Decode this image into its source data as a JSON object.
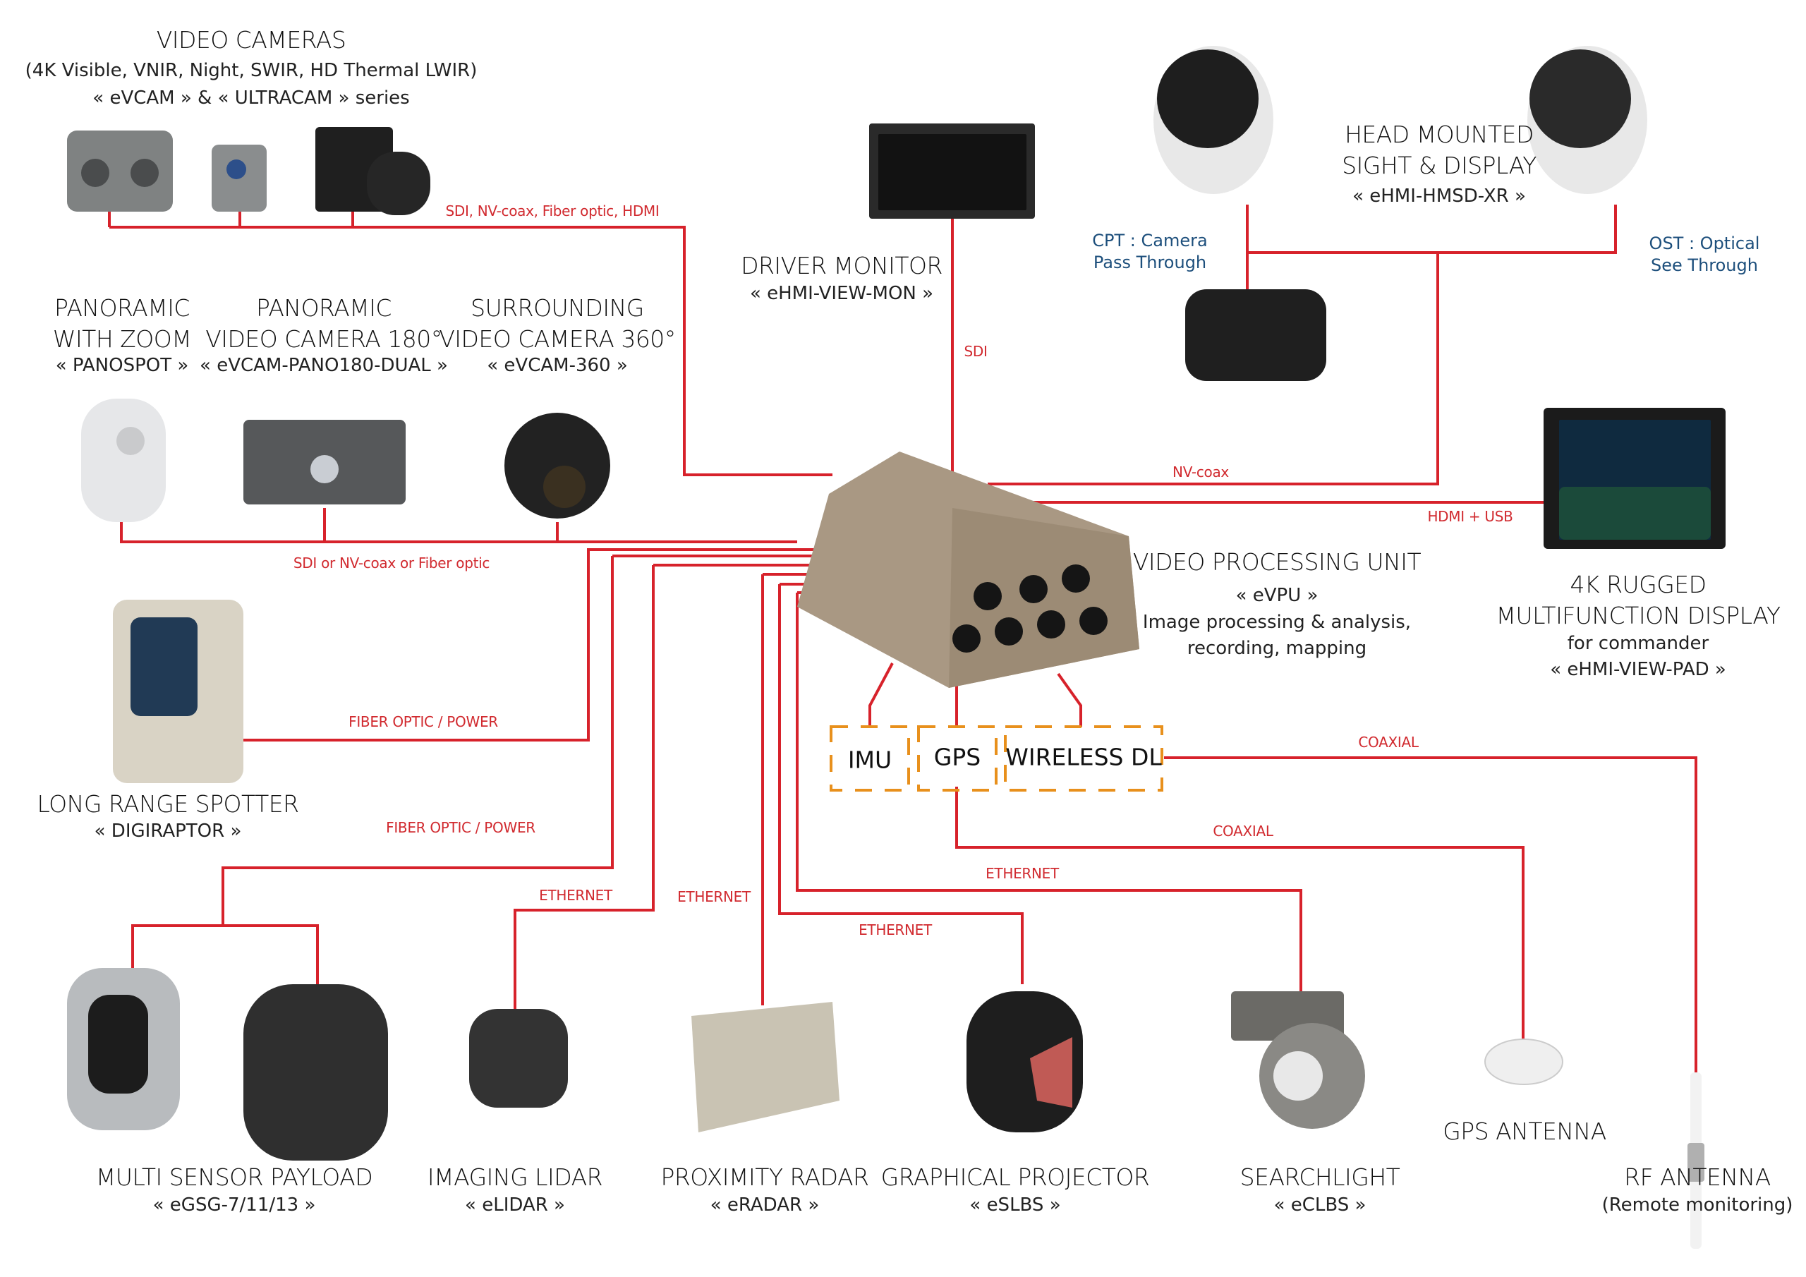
{
  "diagram": {
    "central_unit": {
      "title": "VIDEO PROCESSING UNIT",
      "model": "« eVPU »",
      "desc_line1": "Image processing & analysis,",
      "desc_line2": "recording, mapping"
    },
    "internal_modules": [
      {
        "label": "IMU"
      },
      {
        "label": "GPS"
      },
      {
        "label": "WIRELESS DL"
      }
    ],
    "nodes": {
      "video_cameras": {
        "title": "VIDEO CAMERAS",
        "line2": "(4K Visible, VNIR, Night, SWIR, HD Thermal LWIR)",
        "line3": "« eVCAM » & « ULTRACAM » series"
      },
      "panospot": {
        "title1": "PANORAMIC",
        "title2": "WITH ZOOM",
        "model": "« PANOSPOT »"
      },
      "pano180": {
        "title1": "PANORAMIC",
        "title2": "VIDEO CAMERA 180°",
        "model": "« eVCAM-PANO180-DUAL »"
      },
      "cam360": {
        "title1": "SURROUNDING",
        "title2": "VIDEO CAMERA 360°",
        "model": "« eVCAM-360 »"
      },
      "driver_monitor": {
        "title": "DRIVER MONITOR",
        "model": "« eHMI-VIEW-MON »"
      },
      "hmsd": {
        "title1": "HEAD MOUNTED",
        "title2": "SIGHT & DISPLAY",
        "model": "« eHMI-HMSD-XR »"
      },
      "cpt_note": {
        "line1": "CPT : Camera",
        "line2": "Pass Through"
      },
      "ost_note": {
        "line1": "OST : Optical",
        "line2": "See Through"
      },
      "mfd": {
        "title1": "4K RUGGED",
        "title2": "MULTIFUNCTION DISPLAY",
        "line3": "for commander",
        "model": "« eHMI-VIEW-PAD »"
      },
      "spotter": {
        "title": "LONG RANGE SPOTTER",
        "model": "« DIGIRAPTOR »"
      },
      "msp": {
        "title": "MULTI SENSOR PAYLOAD",
        "model": "« eGSG-7/11/13 »"
      },
      "lidar": {
        "title": "IMAGING LIDAR",
        "model": "« eLIDAR »"
      },
      "radar": {
        "title": "PROXIMITY RADAR",
        "model": "« eRADAR »"
      },
      "projector": {
        "title": "GRAPHICAL PROJECTOR",
        "model": "« eSLBS »"
      },
      "searchlight": {
        "title": "SEARCHLIGHT",
        "model": "« eCLBS »"
      },
      "gps_antenna": {
        "title": "GPS ANTENNA"
      },
      "rf_antenna": {
        "title": "RF ANTENNA",
        "model": "(Remote monitoring)"
      }
    },
    "links": {
      "video_cameras": "SDI, NV-coax, Fiber optic, HDMI",
      "panoramic": "SDI or NV-coax or Fiber optic",
      "driver_monitor": "SDI",
      "hmsd": "NV-coax",
      "mfd": "HDMI + USB",
      "spotter": "FIBER OPTIC / POWER",
      "msp": "FIBER OPTIC / POWER",
      "lidar": "ETHERNET",
      "radar": "ETHERNET",
      "projector": "ETHERNET",
      "searchlight": "ETHERNET",
      "gps_antenna": "COAXIAL",
      "rf_antenna": "COAXIAL"
    },
    "colors": {
      "wire": "#d7222b",
      "module_border": "#e8901c",
      "note_text": "#1d4f7c",
      "evpu_body": "#a99883"
    }
  }
}
